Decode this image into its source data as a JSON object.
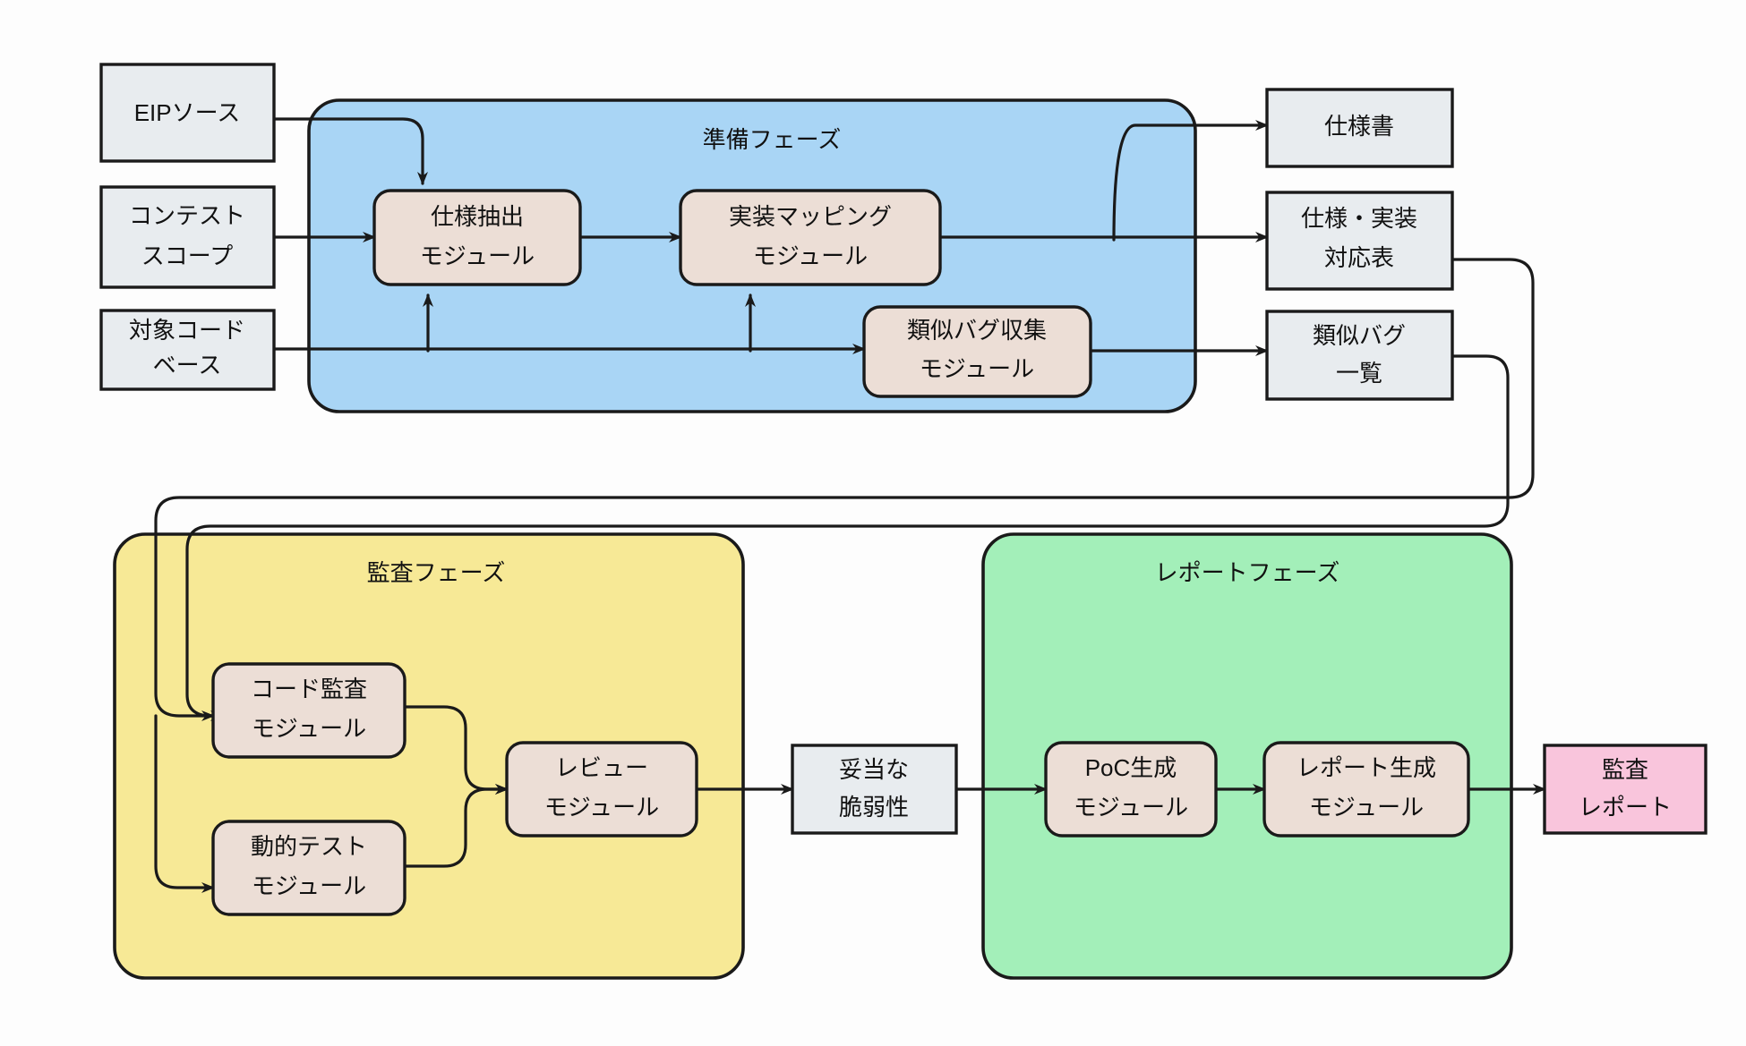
{
  "diagram": {
    "title": "EIP audit pipeline flow diagram",
    "colors": {
      "prep_phase_fill": "#a9d5f5",
      "audit_phase_fill": "#f7e996",
      "report_phase_fill": "#a3efb9",
      "module_fill": "#ecded6",
      "io_fill": "#e8ecef",
      "report_fill": "#f9c5dc",
      "stroke": "#1a1a1a",
      "background": "#fdfdfd"
    },
    "inputs": [
      {
        "id": "eip-source",
        "line1": "EIPソース",
        "line2": ""
      },
      {
        "id": "contest-scope",
        "line1": "コンテスト",
        "line2": "スコープ"
      },
      {
        "id": "target-code",
        "line1": "対象コード",
        "line2": "ベース"
      }
    ],
    "phases": [
      {
        "id": "prep",
        "label": "準備フェーズ"
      },
      {
        "id": "audit",
        "label": "監査フェーズ"
      },
      {
        "id": "report",
        "label": "レポートフェーズ"
      }
    ],
    "modules": [
      {
        "id": "spec-extract",
        "line1": "仕様抽出",
        "line2": "モジュール",
        "phase": "prep"
      },
      {
        "id": "impl-mapping",
        "line1": "実装マッピング",
        "line2": "モジュール",
        "phase": "prep"
      },
      {
        "id": "similar-bug",
        "line1": "類似バグ収集",
        "line2": "モジュール",
        "phase": "prep"
      },
      {
        "id": "code-audit",
        "line1": "コード監査",
        "line2": "モジュール",
        "phase": "audit"
      },
      {
        "id": "dynamic-test",
        "line1": "動的テスト",
        "line2": "モジュール",
        "phase": "audit"
      },
      {
        "id": "review",
        "line1": "レビュー",
        "line2": "モジュール",
        "phase": "audit"
      },
      {
        "id": "poc-gen",
        "line1": "PoC生成",
        "line2": "モジュール",
        "phase": "report"
      },
      {
        "id": "report-gen",
        "line1": "レポート生成",
        "line2": "モジュール",
        "phase": "report"
      }
    ],
    "artifacts": [
      {
        "id": "spec-doc",
        "line1": "仕様書",
        "line2": ""
      },
      {
        "id": "spec-impl-map",
        "line1": "仕様・実装",
        "line2": "対応表"
      },
      {
        "id": "similar-bugs",
        "line1": "類似バグ",
        "line2": "一覧"
      },
      {
        "id": "valid-vuln",
        "line1": "妥当な",
        "line2": "脆弱性"
      },
      {
        "id": "audit-report",
        "line1": "監査",
        "line2": "レポート"
      }
    ]
  }
}
